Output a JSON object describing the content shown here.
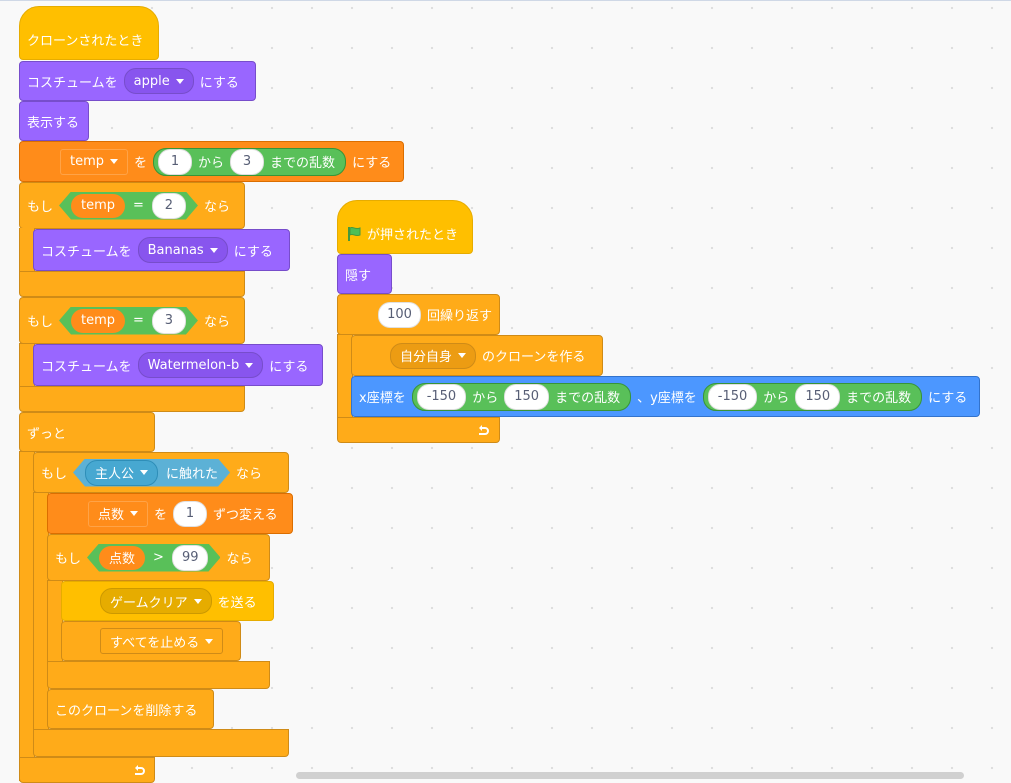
{
  "colors": {
    "event": "#ffbf00",
    "looks": "#9966ff",
    "variables": "#ff8c1a",
    "control": "#ffab19",
    "operators": "#59c059",
    "sensing": "#5cb1d6",
    "motion": "#4c97ff"
  },
  "script1": {
    "hat": "クローンされたとき",
    "switch_costume": {
      "prefix": "コスチュームを",
      "value": "apple",
      "suffix": "にする"
    },
    "show": "表示する",
    "set_var": {
      "var": "temp",
      "wo": "を",
      "from": "1",
      "kara": "から",
      "to": "3",
      "made": "までの乱数",
      "suffix": "にする"
    },
    "if1": {
      "moshi": "もし",
      "var": "temp",
      "eq": "=",
      "val": "2",
      "nara": "なら",
      "costume_prefix": "コスチュームを",
      "costume": "Bananas",
      "costume_suffix": "にする"
    },
    "if2": {
      "moshi": "もし",
      "var": "temp",
      "eq": "=",
      "val": "3",
      "nara": "なら",
      "costume_prefix": "コスチュームを",
      "costume": "Watermelon-b",
      "costume_suffix": "にする"
    },
    "forever": "ずっと",
    "if3": {
      "moshi": "もし",
      "sprite": "主人公",
      "touching": "に触れた",
      "nara": "なら"
    },
    "change_var": {
      "var": "点数",
      "wo": "を",
      "val": "1",
      "suffix": "ずつ変える"
    },
    "if4": {
      "moshi": "もし",
      "var": "点数",
      "gt": ">",
      "val": "99",
      "nara": "なら"
    },
    "broadcast": {
      "msg": "ゲームクリア",
      "suffix": "を送る"
    },
    "stop": {
      "option": "すべてを止める"
    },
    "delete_clone": "このクローンを削除する"
  },
  "script2": {
    "hat": "が押されたとき",
    "hide": "隠す",
    "repeat": {
      "times": "100",
      "label": "回繰り返す"
    },
    "create_clone": {
      "target": "自分自身",
      "suffix": "のクローンを作る"
    },
    "goto": {
      "x_label": "x座標を",
      "x_from": "-150",
      "kara1": "から",
      "x_to": "150",
      "made1": "までの乱数",
      "y_label": "、y座標を",
      "y_from": "-150",
      "kara2": "から",
      "y_to": "150",
      "made2": "までの乱数",
      "suffix": "にする"
    }
  }
}
